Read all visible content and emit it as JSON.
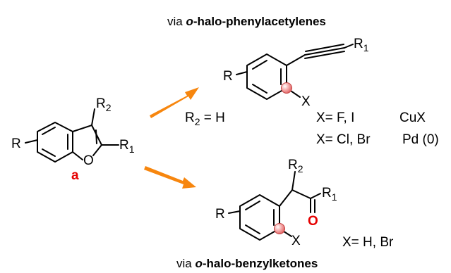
{
  "top_route": {
    "prefix": "via ",
    "ital": "o",
    "rest": "-halo-phenylacetylenes",
    "substituent_r": "R",
    "substituent_r1_main": "R",
    "substituent_r1_sub": "1",
    "halogen": "X",
    "condition_r2_main": "R",
    "condition_r2_sub": "2",
    "condition_r2_eq": " = H",
    "line1_left": "X= F, I",
    "line1_right": "CuX",
    "line2_left": "X= Cl, Br",
    "line2_right": "Pd (0)"
  },
  "bottom_route": {
    "prefix": "via ",
    "ital": "o",
    "rest": "-halo-benzylketones",
    "substituent_r": "R",
    "r2_main": "R",
    "r2_sub": "2",
    "r1_main": "R",
    "r1_sub": "1",
    "oxygen": "O",
    "halogen": "X",
    "condition": "X= H, Br"
  },
  "benzofuran": {
    "substituent_r": "R",
    "r2_main": "R",
    "r2_sub": "2",
    "r1_main": "R",
    "r1_sub": "1",
    "oxygen": "O",
    "bond_label": "a"
  },
  "colors": {
    "arrow": "#f7860e",
    "highlight": "#e60000",
    "ball": "#f5a0a0",
    "ink": "#000000"
  }
}
